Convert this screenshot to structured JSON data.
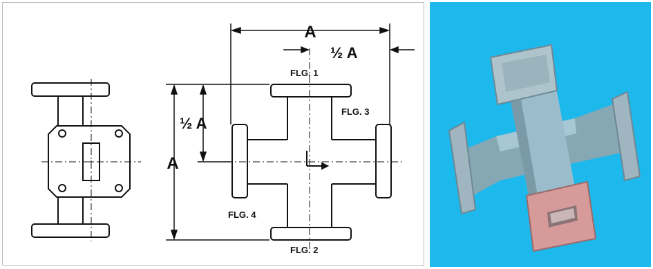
{
  "drawing": {
    "labels": {
      "dim_a_top": "A",
      "dim_half_a_top": "½ A",
      "dim_half_a_left": "½ A",
      "dim_a_left": "A",
      "flange_1": "FLG. 1",
      "flange_2": "FLG. 2",
      "flange_3": "FLG. 3",
      "flange_4": "FLG. 4"
    }
  },
  "photo": {
    "background_color": "#1db8ec",
    "body_color": "#8fb6c6",
    "flange_highlight_color": "#d79a9a"
  }
}
